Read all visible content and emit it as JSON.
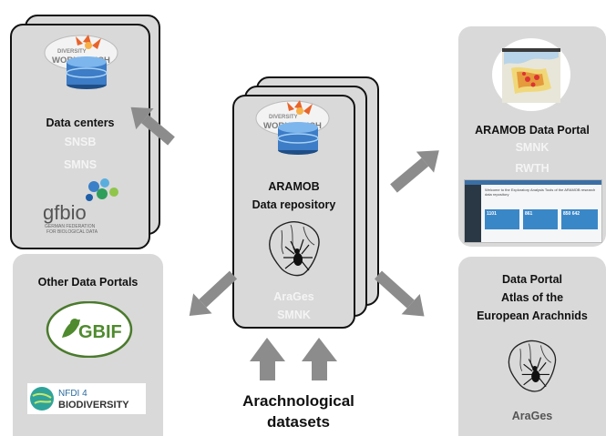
{
  "data_centers": {
    "title": "Data centers",
    "items": [
      "SNSB",
      "SMNS"
    ],
    "workbench_logo": {
      "line1": "DIVERSITY",
      "line2": "WORKBENCH"
    },
    "gfbio_logo": {
      "mark": "gfbio",
      "line1": "GERMAN FEDERATION",
      "line2": "FOR BIOLOGICAL DATA"
    }
  },
  "repository": {
    "title_line1": "ARAMOB",
    "title_line2": "Data repository",
    "items": [
      "AraGes",
      "SMNK"
    ]
  },
  "aramob_portal": {
    "title": "ARAMOB Data Portal",
    "items": [
      "SMNK",
      "RWTH"
    ],
    "dashboard": {
      "heading": "Welcome to the Exploratory Analysis Tools of the ARAMOB research data repository",
      "stats": [
        "1101",
        "861",
        "850 642"
      ]
    }
  },
  "other_portals": {
    "title": "Other Data Portals",
    "gbif_label": "GBIF",
    "nfdi_line1": "NFDI 4",
    "nfdi_line2": "BIODIVERSITY"
  },
  "atlas_portal": {
    "title_line1": "Data Portal",
    "title_line2": "Atlas of the",
    "title_line3": "European Arachnids",
    "item": "AraGes"
  },
  "datasets": {
    "line1": "Arachnological",
    "line2": "datasets"
  },
  "colors": {
    "panel": "#d9d9d9",
    "arrow": "#8c8c8c",
    "light_text": "#f4f4f4",
    "accent_blue": "#4a7fc0"
  }
}
